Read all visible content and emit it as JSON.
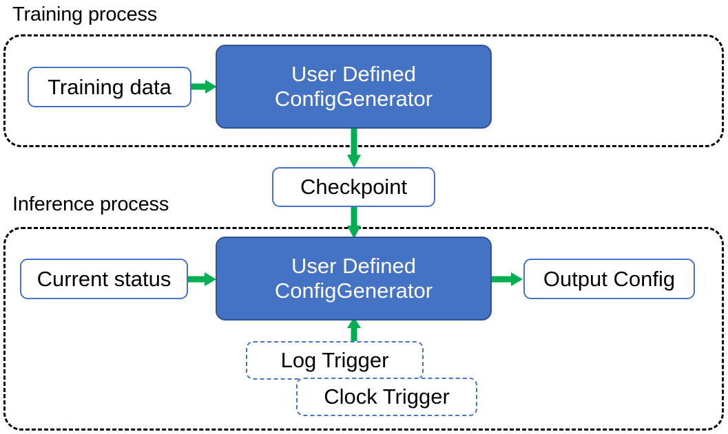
{
  "diagram": {
    "title_training": "Training process",
    "title_inference": "Inference process",
    "colors": {
      "process_fill": "#4472C4",
      "process_border": "#2F528F",
      "box_border": "#4472C4",
      "arrow": "#00B050",
      "container_border": "#000000",
      "text_dark": "#000000",
      "text_light": "#FFFFFF"
    },
    "nodes": {
      "training_data": "Training data",
      "config_generator_training": "User Defined\nConfigGenerator",
      "config_generator_training_line1": "User Defined",
      "config_generator_training_line2": "ConfigGenerator",
      "checkpoint": "Checkpoint",
      "current_status": "Current status",
      "config_generator_inference_line1": "User Defined",
      "config_generator_inference_line2": "ConfigGenerator",
      "output_config": "Output Config",
      "log_trigger": "Log Trigger",
      "clock_trigger": "Clock Trigger"
    },
    "edges": [
      {
        "name": "training-data-to-generator",
        "from": "Training data",
        "to": "User Defined ConfigGenerator",
        "direction": "right"
      },
      {
        "name": "generator-to-checkpoint",
        "from": "User Defined ConfigGenerator",
        "to": "Checkpoint",
        "direction": "down"
      },
      {
        "name": "checkpoint-to-generator",
        "from": "Checkpoint",
        "to": "User Defined ConfigGenerator",
        "direction": "down"
      },
      {
        "name": "current-status-to-generator",
        "from": "Current status",
        "to": "User Defined ConfigGenerator",
        "direction": "right"
      },
      {
        "name": "generator-to-output-config",
        "from": "User Defined ConfigGenerator",
        "to": "Output Config",
        "direction": "right"
      },
      {
        "name": "triggers-to-generator",
        "from": "Log Trigger",
        "to": "User Defined ConfigGenerator",
        "direction": "up"
      }
    ]
  }
}
